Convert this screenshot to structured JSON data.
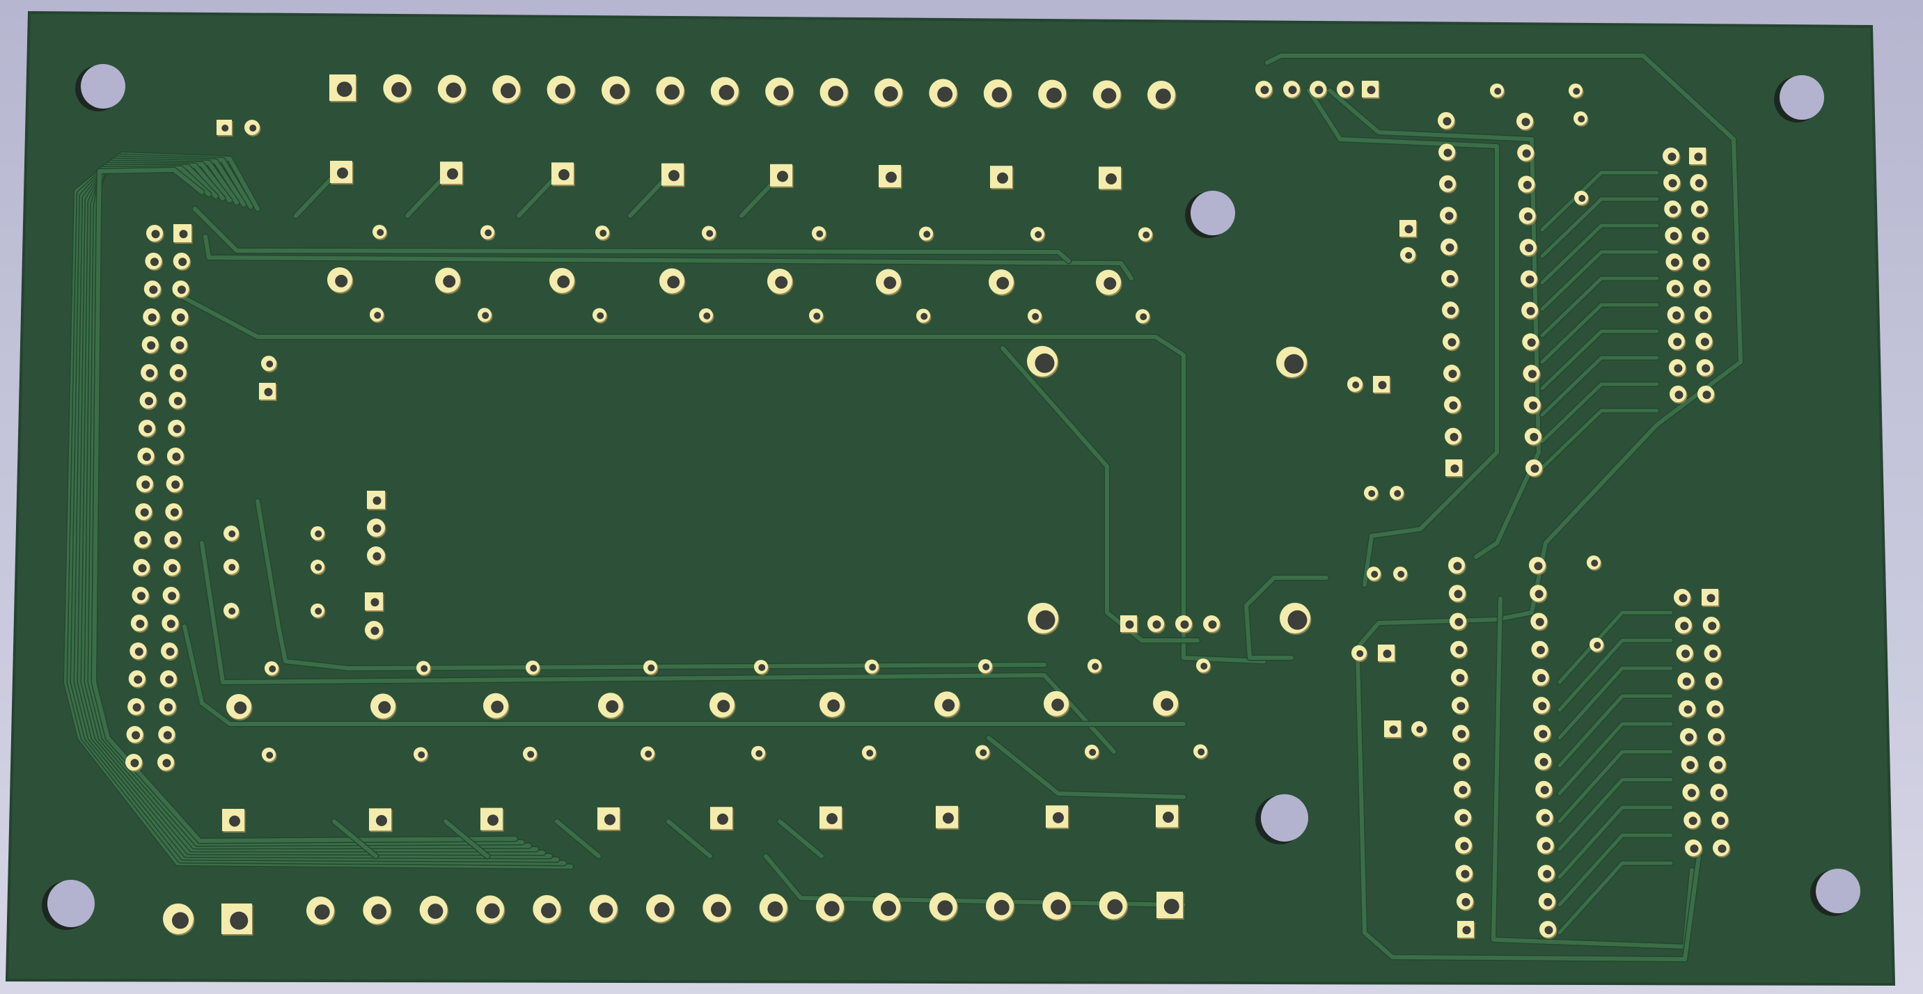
{
  "scene": {
    "subject": "pcb-3d-render",
    "colors": {
      "background_top": "#b6b6d0",
      "background_bottom": "#d6d6e6",
      "board": "#2d5138",
      "board_edge": "#254430",
      "trace": "#3b6e48",
      "trace_edge": "#23472f",
      "pad": "#f4ecac",
      "pad_shadow": "#8f8452",
      "drill": "#3c3f3a",
      "mounting_hole": "#b3b3cf",
      "mounting_hole_shadow": "#1d2721"
    },
    "icons": [
      "board-outline",
      "copper-trace",
      "through-hole-pad",
      "square-pad",
      "mounting-hole",
      "via"
    ]
  }
}
